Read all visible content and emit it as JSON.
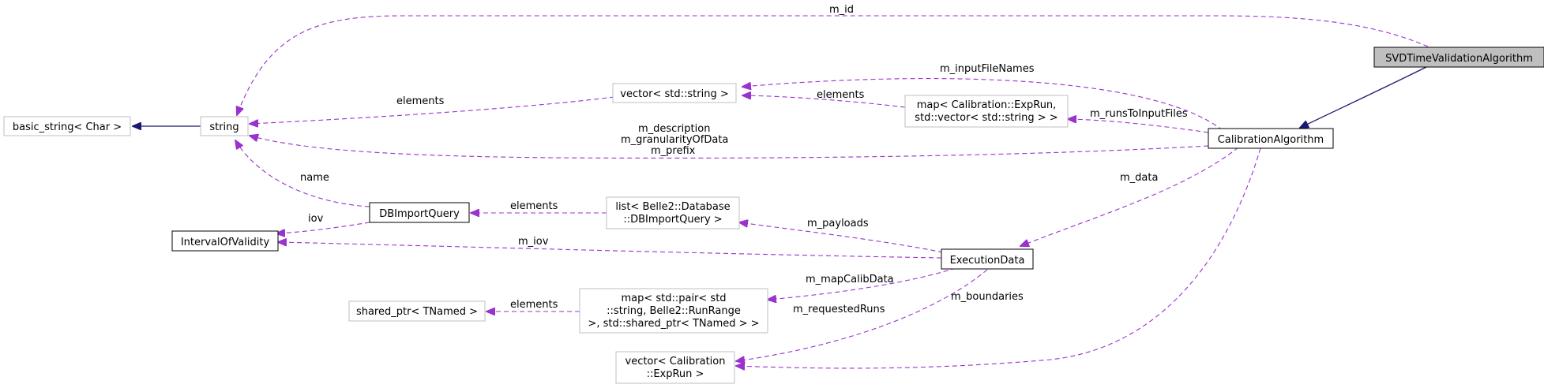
{
  "nodes": {
    "svd": {
      "lines": [
        "SVDTimeValidationAlgorithm"
      ],
      "style": "focus"
    },
    "calib": {
      "lines": [
        "CalibrationAlgorithm"
      ],
      "style": "normal"
    },
    "basic_string": {
      "lines": [
        "basic_string< Char >"
      ],
      "style": "external"
    },
    "string": {
      "lines": [
        "string"
      ],
      "style": "external"
    },
    "vec_string": {
      "lines": [
        "vector< std::string >"
      ],
      "style": "external"
    },
    "map_exprun": {
      "lines": [
        "map< Calibration::ExpRun,",
        "std::vector< std::string > >"
      ],
      "style": "external"
    },
    "dbimport": {
      "lines": [
        "DBImportQuery"
      ],
      "style": "normal"
    },
    "iov": {
      "lines": [
        "IntervalOfValidity"
      ],
      "style": "normal"
    },
    "list_db": {
      "lines": [
        "list< Belle2::Database",
        "::DBImportQuery >"
      ],
      "style": "external"
    },
    "execdata": {
      "lines": [
        "ExecutionData"
      ],
      "style": "normal"
    },
    "shared_ptr": {
      "lines": [
        "shared_ptr< TNamed >"
      ],
      "style": "external"
    },
    "map_pair": {
      "lines": [
        "map< std::pair< std",
        "::string, Belle2::RunRange",
        " >, std::shared_ptr< TNamed > >"
      ],
      "style": "external"
    },
    "vec_exprun": {
      "lines": [
        "vector< Calibration",
        "::ExpRun >"
      ],
      "style": "external"
    }
  },
  "edge_labels": {
    "m_id": "m_id",
    "m_inputFileNames": "m_inputFileNames",
    "elements_vec": "elements",
    "elements_map": "elements",
    "m_runsToInputFiles": "m_runsToInputFiles",
    "m_description": "m_description",
    "m_granularityOfData": "m_granularityOfData",
    "m_prefix": "m_prefix",
    "name": "name",
    "iov": "iov",
    "elements_list": "elements",
    "m_payloads": "m_payloads",
    "m_iov": "m_iov",
    "m_data": "m_data",
    "m_mapCalibData": "m_mapCalibData",
    "elements_shared": "elements",
    "m_requestedRuns": "m_requestedRuns",
    "m_boundaries": "m_boundaries"
  },
  "colors": {
    "association_edge": "#9a32cd",
    "inheritance_edge": "#191970",
    "focus_fill": "#bfbfbf",
    "external_border": "#bfbfbf",
    "normal_border": "#000000"
  }
}
